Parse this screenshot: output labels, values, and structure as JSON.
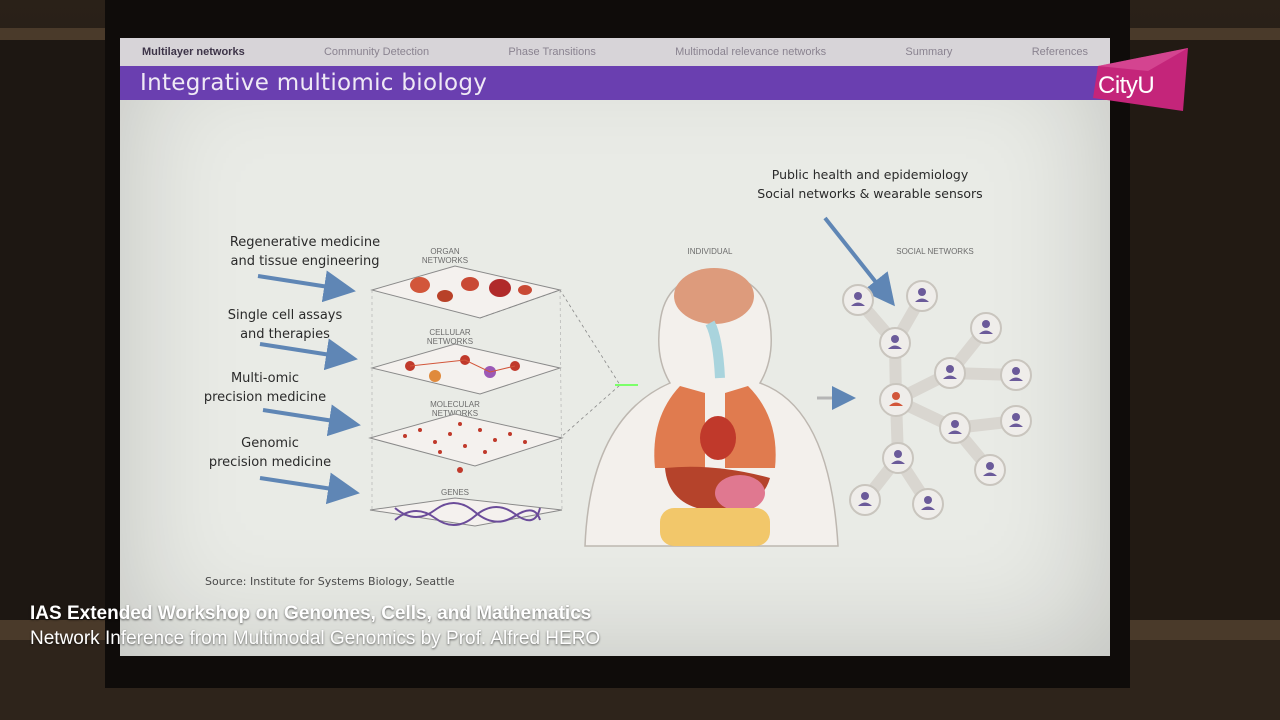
{
  "slide": {
    "nav_items": [
      "Multilayer networks",
      "Community Detection",
      "Phase Transitions",
      "Multimodal relevance networks",
      "Summary",
      "References"
    ],
    "nav_active_index": 0,
    "title": "Integrative multiomic biology",
    "left_labels": [
      "Regenerative medicine\nand tissue engineering",
      "Single cell assays\nand therapies",
      "Multi-omic\nprecision medicine",
      "Genomic\nprecision medicine"
    ],
    "layer_labels": [
      "ORGAN\nNETWORKS",
      "CELLULAR\nNETWORKS",
      "MOLECULAR\nNETWORKS",
      "GENES"
    ],
    "individual_label": "INDIVIDUAL",
    "social_label": "SOCIAL NETWORKS",
    "top_right_label": "Public health and epidemiology\nSocial networks & wearable sensors",
    "source": "Source: Institute for Systems Biology, Seattle",
    "colors": {
      "title_bar": "#6a3fb0",
      "arrow": "#5f86b5",
      "organ": "#d2563a"
    }
  },
  "logo": {
    "text": "CityU",
    "color": "#c4257a"
  },
  "caption": {
    "line1": "IAS Extended Workshop on Genomes, Cells, and Mathematics",
    "line2": "Network Inference from Multimodal Genomics by Prof. Alfred HERO"
  }
}
